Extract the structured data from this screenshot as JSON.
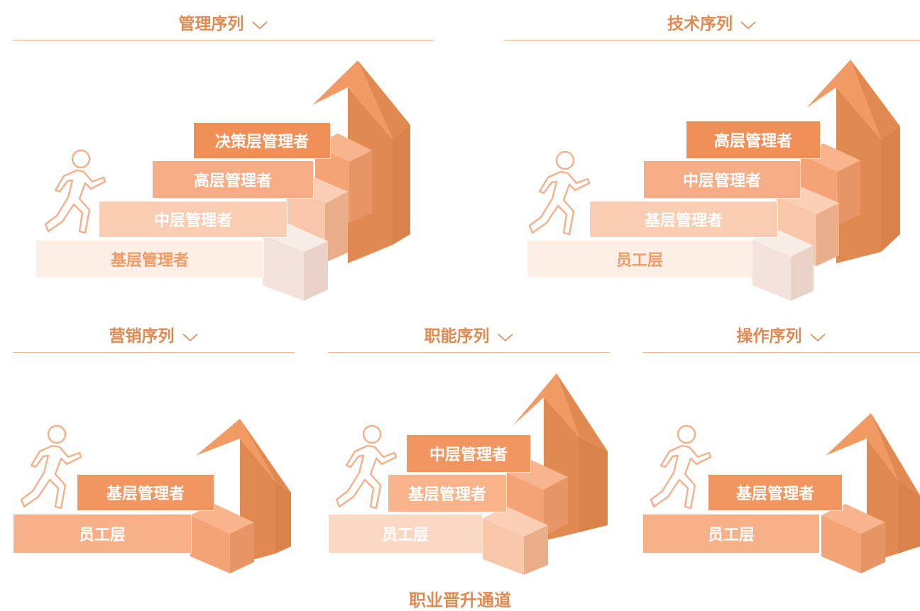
{
  "panels": [
    {
      "id": "mgmt",
      "title": "管理序列",
      "levels": [
        "基层管理者",
        "中层管理者",
        "高层管理者",
        "决策层管理者"
      ]
    },
    {
      "id": "tech",
      "title": "技术序列",
      "levels": [
        "员工层",
        "基层管理者",
        "中层管理者",
        "高层管理者"
      ]
    },
    {
      "id": "sales",
      "title": "营销序列",
      "levels": [
        "员工层",
        "基层管理者"
      ]
    },
    {
      "id": "func",
      "title": "职能序列",
      "levels": [
        "员工层",
        "基层管理者",
        "中层管理者"
      ]
    },
    {
      "id": "ops",
      "title": "操作序列",
      "levels": [
        "员工层",
        "基层管理者"
      ]
    }
  ],
  "footer": {
    "title": "职业晋升通道"
  },
  "colors": {
    "accent": "#e08a52",
    "line": "#f2b283",
    "palette4": [
      "#fdeee6",
      "#f9cdb1",
      "#f6ad85",
      "#f08f58"
    ],
    "palette3": [
      "#fbd8c3",
      "#f7b48b",
      "#f19660"
    ],
    "palette2": [
      "#f7b087",
      "#f19660"
    ]
  },
  "icons": [
    "chevron-down-icon",
    "runner-icon",
    "arrow-up-icon"
  ]
}
